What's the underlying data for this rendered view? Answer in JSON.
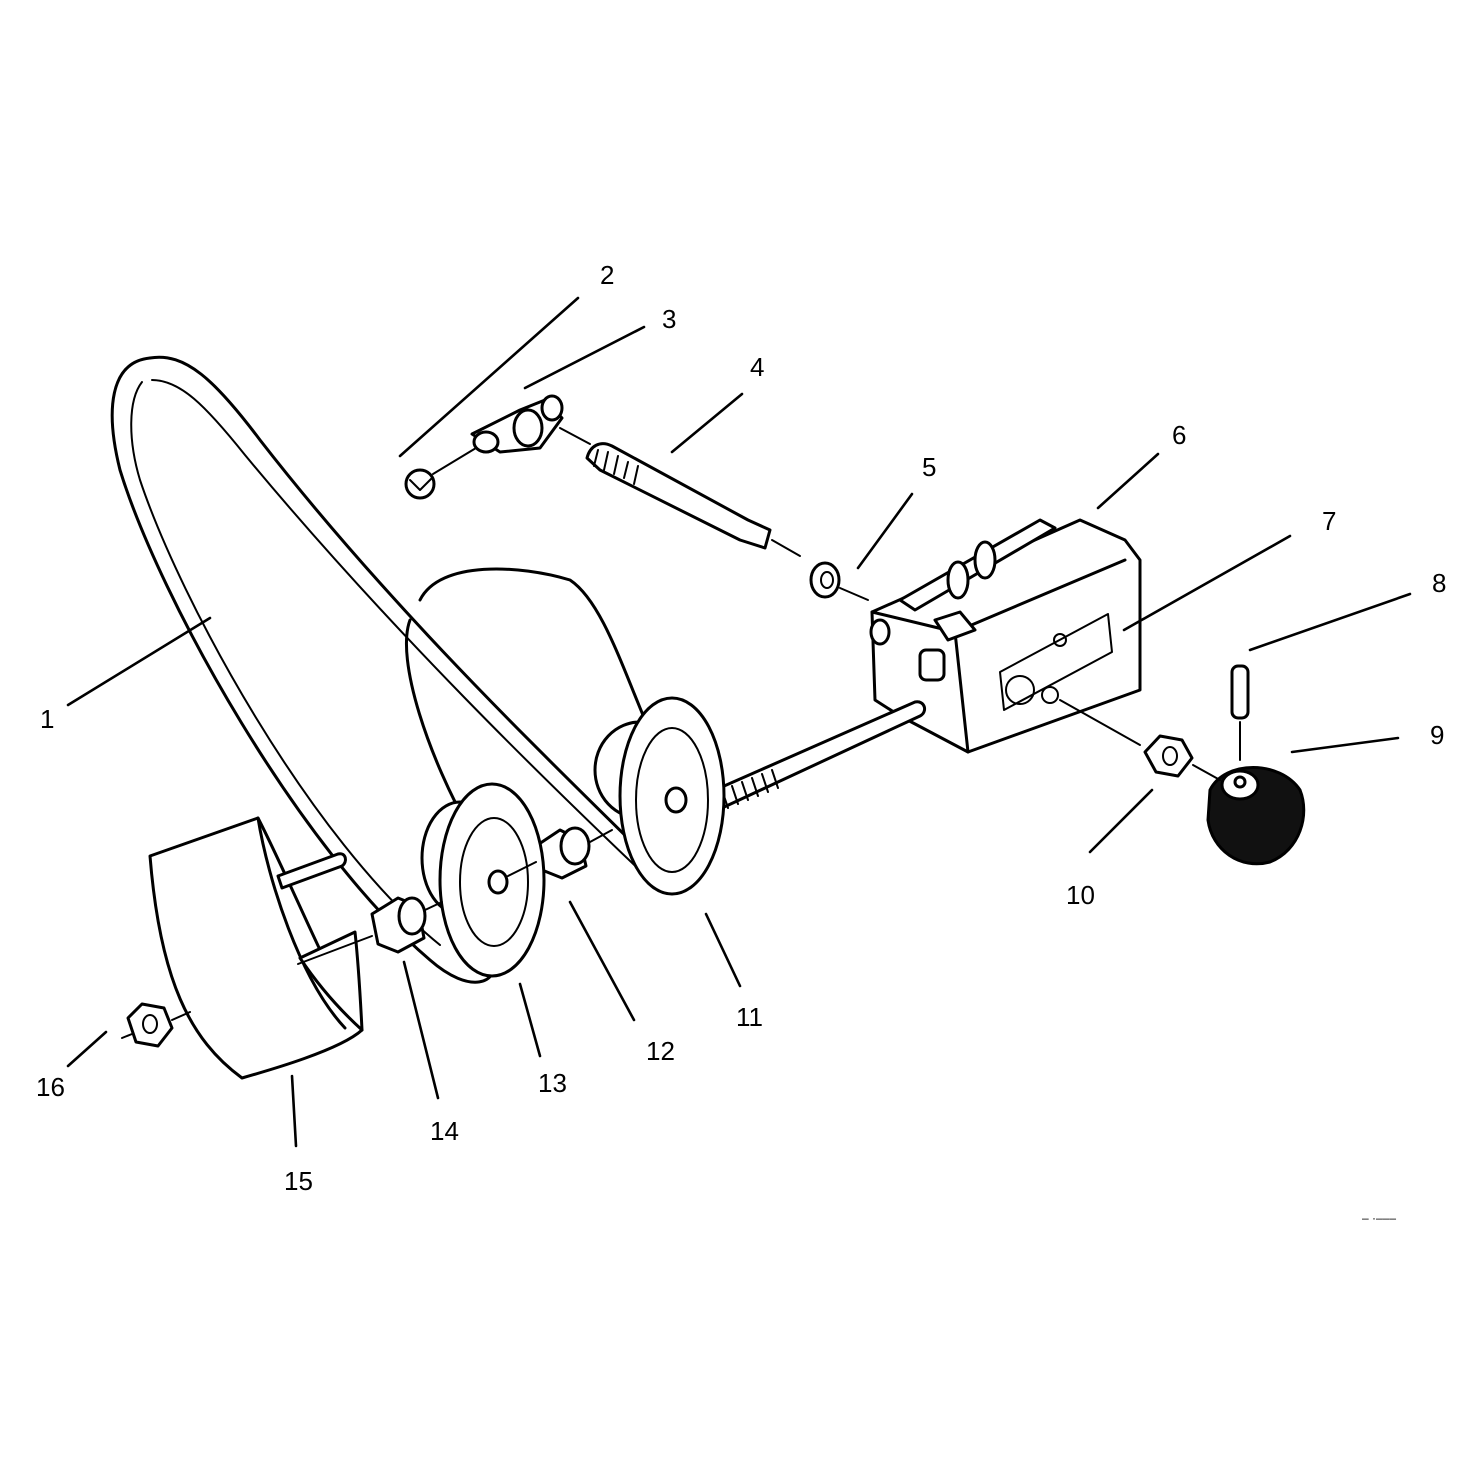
{
  "callouts": [
    {
      "id": "1",
      "text": "1"
    },
    {
      "id": "2",
      "text": "2"
    },
    {
      "id": "3",
      "text": "3"
    },
    {
      "id": "4",
      "text": "4"
    },
    {
      "id": "5",
      "text": "5"
    },
    {
      "id": "6",
      "text": "6"
    },
    {
      "id": "7",
      "text": "7"
    },
    {
      "id": "8",
      "text": "8"
    },
    {
      "id": "9",
      "text": "9"
    },
    {
      "id": "10",
      "text": "10"
    },
    {
      "id": "11",
      "text": "11"
    },
    {
      "id": "12",
      "text": "12"
    },
    {
      "id": "13",
      "text": "13"
    },
    {
      "id": "14",
      "text": "14"
    },
    {
      "id": "15",
      "text": "15"
    },
    {
      "id": "16",
      "text": "16"
    }
  ],
  "figure_code": "– ·–––",
  "colors": {
    "line": "#000000",
    "background": "#ffffff"
  }
}
